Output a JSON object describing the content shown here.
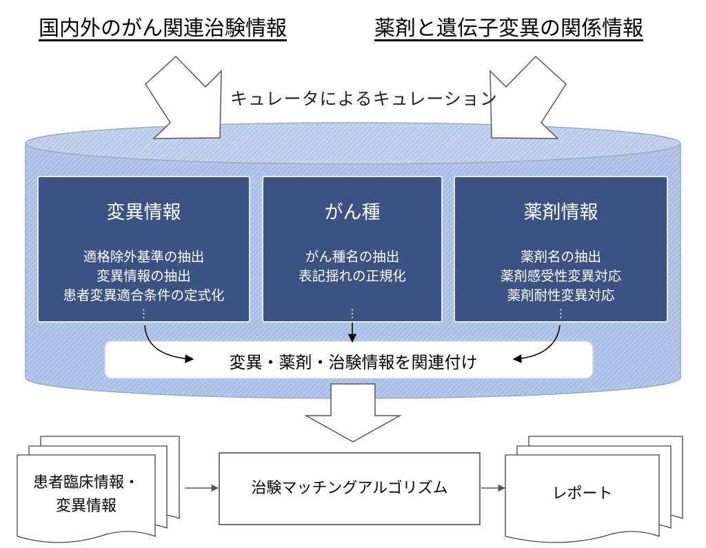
{
  "headers": {
    "left": "国内外のがん関連治験情報",
    "right": "薬剤と遺伝子変異の関係情報"
  },
  "curation_label": "キュレータによるキュレーション",
  "categories": [
    {
      "title": "変異情報",
      "lines": [
        "適格除外基準の抽出",
        "変異情報の抽出",
        "患者変異適合条件の定式化"
      ],
      "ellipsis": "⋮"
    },
    {
      "title": "がん種",
      "lines": [
        "がん種名の抽出",
        "表記揺れの正規化"
      ],
      "ellipsis": "⋮"
    },
    {
      "title": "薬剤情報",
      "lines": [
        "薬剤名の抽出",
        "薬剤感受性変異対応",
        "薬剤耐性変異対応"
      ],
      "ellipsis": "⋮"
    }
  ],
  "link_label": "変異・薬剤・治験情報を関連付け",
  "flow": {
    "input_lines": [
      "患者臨床情報・",
      "変異情報"
    ],
    "process": "治験マッチングアルゴリズム",
    "output": "レポート"
  },
  "colors": {
    "cylinder": "#a9bfe5",
    "category_box": "#3b5283",
    "arrow_fill": "#ffffff",
    "line": "#000000"
  },
  "icons": [
    "down-right-arrow-icon",
    "down-left-arrow-icon",
    "down-arrow-icon",
    "document-stack-icon"
  ]
}
